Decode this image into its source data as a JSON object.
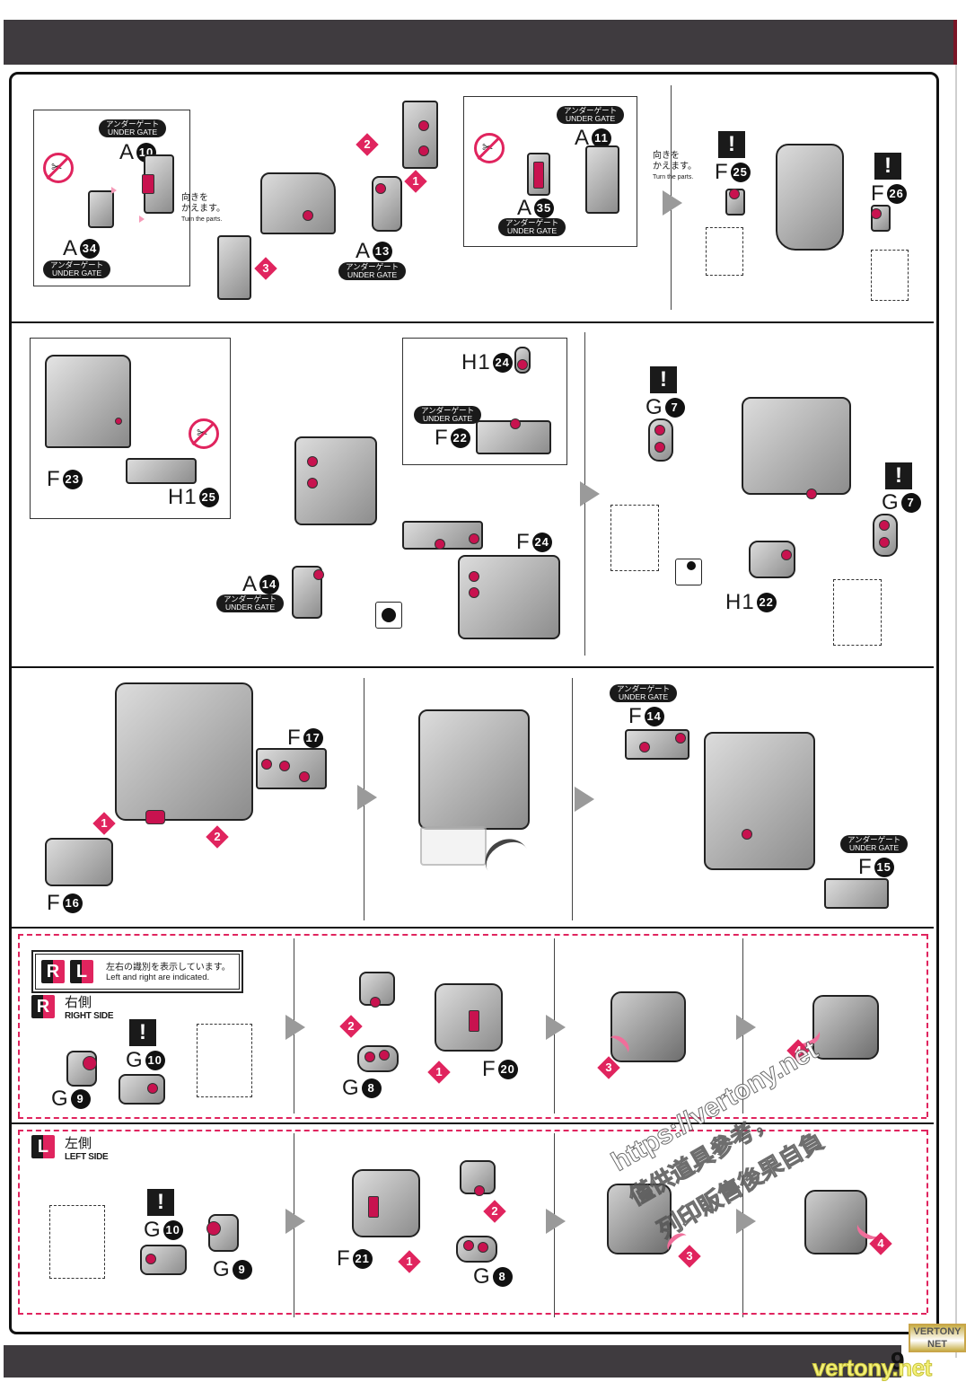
{
  "page": {
    "page_number": "9",
    "watermark": {
      "url_text": "https://vertony.net",
      "line1": "僅供道具參考，",
      "line2": "列印販售後果自負"
    },
    "site_logo": {
      "top": "VERTONY",
      "bottom": "NET"
    },
    "site_text": "vertony.net"
  },
  "common": {
    "under_gate_jp": "アンダーゲート",
    "under_gate_en": "UNDER GATE",
    "turn_jp_1": "向きを",
    "turn_jp_2": "かえます。",
    "turn_en": "Turn the parts.",
    "warning_glyph": "!",
    "no_cut_glyph": "✂"
  },
  "colors": {
    "accent": "#e0245e",
    "dark": "#3f3b3f",
    "part_gray": "#b5b5b5"
  },
  "row1": {
    "left": {
      "parts": [
        {
          "runner": "A",
          "number": "10",
          "under_gate": true
        },
        {
          "runner": "A",
          "number": "34",
          "under_gate": true
        },
        {
          "runner": "A",
          "number": "13",
          "under_gate": true
        }
      ],
      "inset_right": [
        {
          "runner": "A",
          "number": "11",
          "under_gate": true
        },
        {
          "runner": "A",
          "number": "35",
          "under_gate": true
        }
      ],
      "steps": [
        "1",
        "2",
        "3"
      ]
    },
    "right": {
      "parts": [
        {
          "runner": "F",
          "number": "25",
          "warning": true
        },
        {
          "runner": "F",
          "number": "26",
          "warning": true
        }
      ]
    }
  },
  "row2": {
    "left": {
      "inset_left": [
        {
          "runner": "F",
          "number": "23"
        },
        {
          "runner": "H1",
          "number": "25"
        }
      ],
      "inset_top": [
        {
          "runner": "H1",
          "number": "24"
        },
        {
          "runner": "F",
          "number": "22",
          "under_gate": true
        }
      ],
      "parts": [
        {
          "runner": "A",
          "number": "14",
          "under_gate": true
        },
        {
          "runner": "F",
          "number": "24"
        }
      ]
    },
    "right": {
      "parts": [
        {
          "runner": "G",
          "number": "7",
          "warning": true
        },
        {
          "runner": "G",
          "number": "7",
          "warning": true
        },
        {
          "runner": "H1",
          "number": "22"
        }
      ]
    }
  },
  "row3": {
    "panel1": {
      "parts": [
        {
          "runner": "F",
          "number": "17"
        },
        {
          "runner": "F",
          "number": "16"
        }
      ],
      "steps": [
        "1",
        "2"
      ]
    },
    "panel3": {
      "parts": [
        {
          "runner": "F",
          "number": "14",
          "under_gate": true
        },
        {
          "runner": "F",
          "number": "15",
          "under_gate": true
        }
      ]
    }
  },
  "rl_legend": {
    "badge_r": "R",
    "badge_l": "L",
    "text_jp": "左右の識別を表示しています。",
    "text_en": "Left and right are indicated."
  },
  "right_side": {
    "badge": "R",
    "title_jp": "右側",
    "title_en": "RIGHT SIDE",
    "panel1": [
      {
        "runner": "G",
        "number": "10",
        "warning": true
      },
      {
        "runner": "G",
        "number": "9"
      }
    ],
    "panel2": [
      {
        "runner": "G",
        "number": "8"
      },
      {
        "runner": "F",
        "number": "20"
      }
    ],
    "steps": [
      "1",
      "2",
      "3",
      "4"
    ]
  },
  "left_side": {
    "badge": "L",
    "title_jp": "左側",
    "title_en": "LEFT SIDE",
    "panel1": [
      {
        "runner": "G",
        "number": "10",
        "warning": true
      },
      {
        "runner": "G",
        "number": "9"
      }
    ],
    "panel2": [
      {
        "runner": "F",
        "number": "21"
      },
      {
        "runner": "G",
        "number": "8"
      }
    ],
    "steps": [
      "1",
      "2",
      "3",
      "4"
    ]
  }
}
